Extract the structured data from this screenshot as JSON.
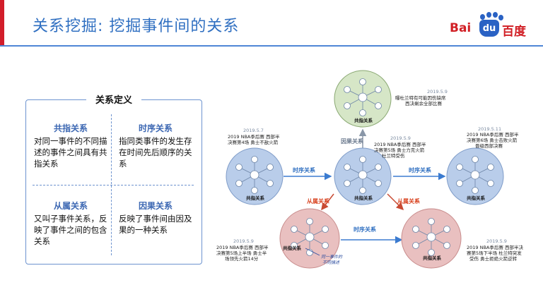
{
  "slide": {
    "title": "关系挖掘: 挖掘事件间的关系",
    "logo": {
      "left": "Bai",
      "mid": "du",
      "right": "百度"
    },
    "colors": {
      "accent": "#d21d2a",
      "title": "#2f6fc1",
      "blue_circle": "#b9cdea",
      "green_circle": "#d6e6c7",
      "red_circle": "#e9c0c0",
      "blue_arrow": "#3b7bd0",
      "red_arrow": "#c84a32"
    }
  },
  "definitions": {
    "heading": "关系定义",
    "cells": [
      {
        "title": "共指关系",
        "body": "对同一事件的不同描述的事件之间具有共指关系"
      },
      {
        "title": "时序关系",
        "body": "指同类事件的发生存在时间先后顺序的关系"
      },
      {
        "title": "从属关系",
        "body": "又叫子事件关系，反映了事件之间的包含关系"
      },
      {
        "title": "因果关系",
        "body": "反映了事件间由因及果的一种关系"
      }
    ]
  },
  "diagram": {
    "node_label": "共指关系",
    "nodes": [
      {
        "id": "top",
        "date": "2019.5.9",
        "lines": [
          "曝杜兰特有可能因伤缺席",
          "西决剩余全部比赛"
        ]
      },
      {
        "id": "left",
        "date": "2019.5.7",
        "lines": [
          "2019 NBA季后赛 西部半",
          "决赛第4场 勇士不敌火箭"
        ]
      },
      {
        "id": "center",
        "date": "2019.5.9",
        "lines": [
          "2019 NBA季后赛 西部半",
          "决赛第5场 勇士力克火箭",
          "杜兰特受伤"
        ]
      },
      {
        "id": "right",
        "date": "2019.5.11",
        "lines": [
          "2019 NBA季后赛 西部半",
          "决赛第6场 勇士击败火箭",
          "晋级西部决赛"
        ]
      },
      {
        "id": "bottom-left",
        "date": "2019.5.9",
        "lines": [
          "2019 NBA季后赛 西部半",
          "决赛第5场上半场 勇士半",
          "场领先火箭14分"
        ]
      },
      {
        "id": "bottom-right",
        "date": "2019.5.9",
        "lines": [
          "2019 NBA季后赛 西部半决",
          "赛第5场下半场 杜兰特突发",
          "受伤 勇士拒绝火箭逆转"
        ]
      }
    ],
    "edges": {
      "cause": "因果关系",
      "temporal_left": "时序关系",
      "temporal_right": "时序关系",
      "temporal_bottom": "时序关系",
      "sub_left": "从属关系",
      "sub_right": "从属关系"
    },
    "annotation": [
      "同一事件的",
      "不同描述"
    ]
  }
}
